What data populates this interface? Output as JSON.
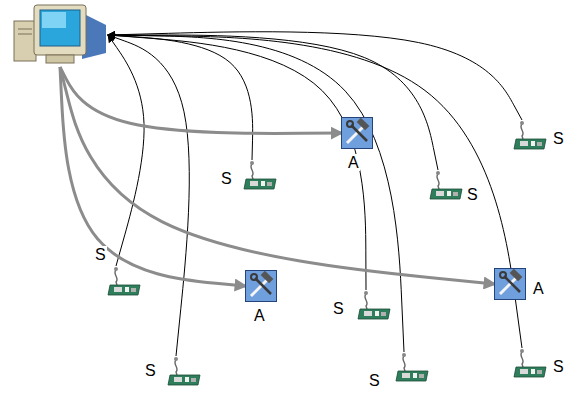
{
  "diagram": {
    "nodes": [
      {
        "text": []
      },
      {
        "text": [
          "A"
        ]
      },
      {
        "text": [
          "S"
        ]
      },
      {
        "text": [
          "S"
        ]
      },
      {
        "text": [
          "S"
        ]
      },
      {
        "text": [
          "S"
        ]
      },
      {
        "text": [
          "A"
        ]
      },
      {
        "text": [
          "A"
        ]
      },
      {
        "text": [
          "S"
        ]
      },
      {
        "text": [
          "S"
        ]
      },
      {
        "text": [
          "S"
        ]
      },
      {
        "text": [
          "S"
        ]
      }
    ],
    "edges": [
      {
        "from": 2,
        "to": 0,
        "arrow": "to"
      },
      {
        "from": 3,
        "to": 0,
        "arrow": "to"
      },
      {
        "from": 4,
        "to": 0,
        "arrow": "to"
      },
      {
        "from": 5,
        "to": 0,
        "arrow": "to"
      },
      {
        "from": 8,
        "to": 0,
        "arrow": "to"
      },
      {
        "from": 9,
        "to": 0,
        "arrow": "to"
      },
      {
        "from": 10,
        "to": 0,
        "arrow": "to"
      },
      {
        "from": 11,
        "to": 0,
        "arrow": "to"
      },
      {
        "from": 0,
        "to": 1,
        "arrow": "to"
      },
      {
        "from": 0,
        "to": 7,
        "arrow": "to"
      },
      {
        "from": 0,
        "to": 6,
        "arrow": "to"
      }
    ]
  }
}
